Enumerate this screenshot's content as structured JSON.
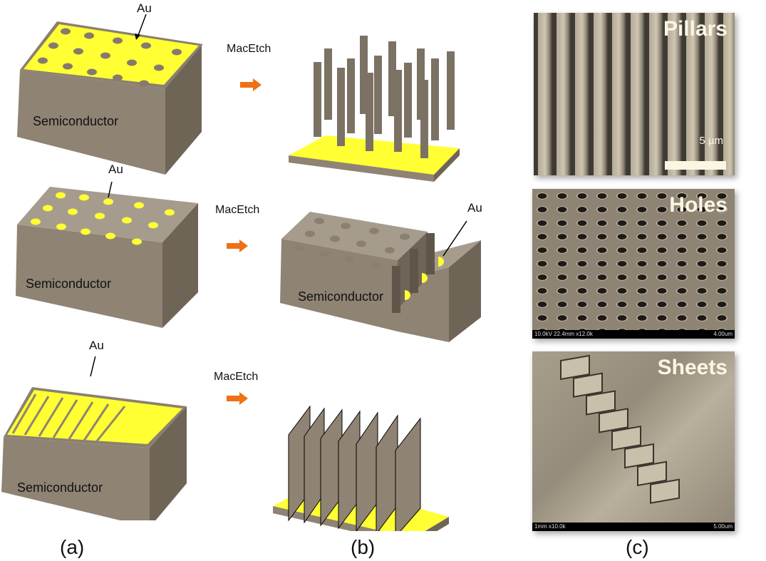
{
  "colors": {
    "gold": "#ffff33",
    "semiconductor_top": "#a69c8e",
    "semiconductor_front": "#8f8374",
    "semiconductor_side": "#6f6557",
    "arrow": "#f07015",
    "sem_background": "#9a9080",
    "label_text": "#fbf6e4"
  },
  "rows": [
    {
      "schematic_label": "Semiconductor",
      "au_label": "Au",
      "process_label": "MacEtch",
      "pattern": "holes-in-gold"
    },
    {
      "schematic_label": "Semiconductor",
      "au_label": "Au",
      "process_label": "MacEtch",
      "result_label": "Semiconductor",
      "result_au_label": "Au",
      "pattern": "gold-dots"
    },
    {
      "schematic_label": "Semiconductor",
      "au_label": "Au",
      "process_label": "MacEtch",
      "pattern": "gold-with-lines"
    }
  ],
  "sem_images": [
    {
      "title": "Pillars",
      "scale_bar": "5 µm"
    },
    {
      "title": "Holes",
      "info_left": "10.0kV 22.4mm x12.0k",
      "info_right": "4.00um"
    },
    {
      "title": "Sheets",
      "info_left": "1mm x10.0k",
      "info_right": "5.00um"
    }
  ],
  "panel_labels": {
    "a": "(a)",
    "b": "(b)",
    "c": "(c)"
  }
}
